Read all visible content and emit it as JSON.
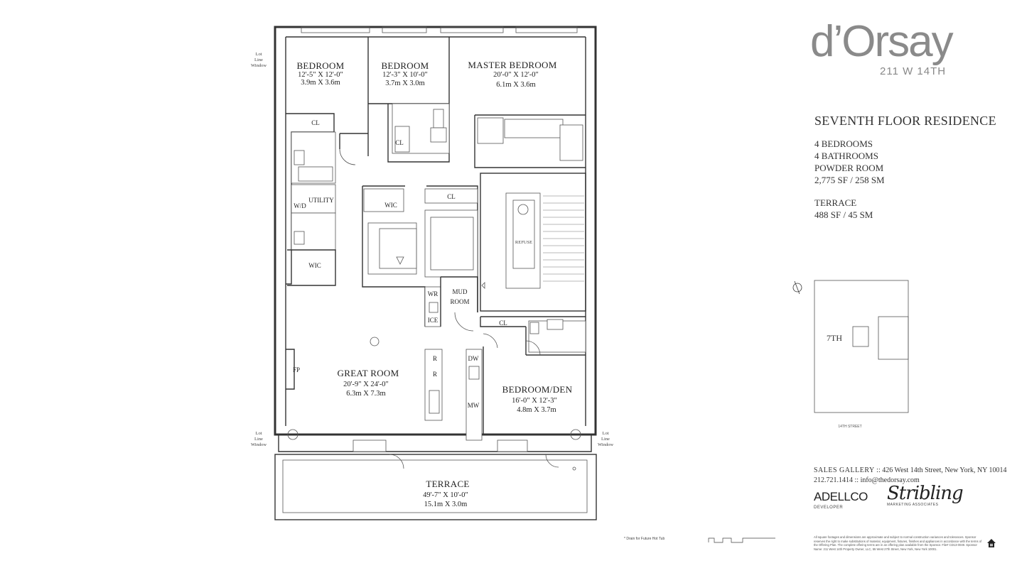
{
  "brand": {
    "logo_text": "d’Orsay",
    "address": "211 W 14TH"
  },
  "residence": {
    "title": "SEVENTH FLOOR RESIDENCE",
    "specs": [
      "4 BEDROOMS",
      "4 BATHROOMS",
      "POWDER ROOM",
      "2,775 SF / 258 SM"
    ],
    "terrace_title": "TERRACE",
    "terrace_area": "488 SF / 45 SM"
  },
  "rooms": {
    "bedroom1": {
      "name": "BEDROOM",
      "dim_ft": "12'-5\" X 12'-0\"",
      "dim_m": "3.9m X 3.6m"
    },
    "bedroom2": {
      "name": "BEDROOM",
      "dim_ft": "12'-3\" X 10'-0\"",
      "dim_m": "3.7m X 3.0m"
    },
    "master": {
      "name": "MASTER BEDROOM",
      "dim_ft": "20'-0\" X 12'-0\"",
      "dim_m": "6.1m X 3.6m"
    },
    "great": {
      "name": "GREAT ROOM",
      "dim_ft": "20'-9\" X 24'-0\"",
      "dim_m": "6.3m X 7.3m"
    },
    "den": {
      "name": "BEDROOM/DEN",
      "dim_ft": "16'-0\" X 12'-3\"",
      "dim_m": "4.8m X 3.7m"
    },
    "terrace": {
      "name": "TERRACE",
      "dim_ft": "49'-7\" X 10'-0\"",
      "dim_m": "15.1m X 3.0m"
    }
  },
  "labels": {
    "cl": "CL",
    "utility": "UTILITY",
    "wd": "W/D",
    "wic": "WIC",
    "mud": "MUD",
    "room": "ROOM",
    "wr": "WR",
    "ice": "ICE",
    "fp": "FP",
    "r": "R",
    "dw": "DW",
    "mw": "MW",
    "refuse": "REFUSE",
    "lot": "Lot",
    "line": "Line",
    "window": "Window"
  },
  "keyplan": {
    "floor": "7TH",
    "street": "14TH STREET"
  },
  "contact": {
    "gallery_label": "SALES GALLERY",
    "gallery_sep": "::",
    "gallery_address": "426 West 14th Street, New York, NY 10014",
    "phone": "212.721.1414",
    "email": "info@thedorsay.com"
  },
  "developer": {
    "name": "ADELLCO",
    "role": "DEVELOPER"
  },
  "marketer": {
    "name": "Stribling",
    "role": "MARKETING ASSOCIATES"
  },
  "footnote": "* Drain for Future Hot Tub",
  "disclaimer": "All square footages and dimensions are approximate and subject to normal construction variances and tolerances. Sponsor reserves the right to make substitutions of material, equipment, fixtures, finishes and appliances in accordance with the terms of the Offering Plan. The complete offering terms are in an offering plan available from the Sponsor. File# CD13-0049. Sponsor Name: 211 West 14th Property Owner, LLC, 55 West 27th Street, New York, New York 10001."
}
